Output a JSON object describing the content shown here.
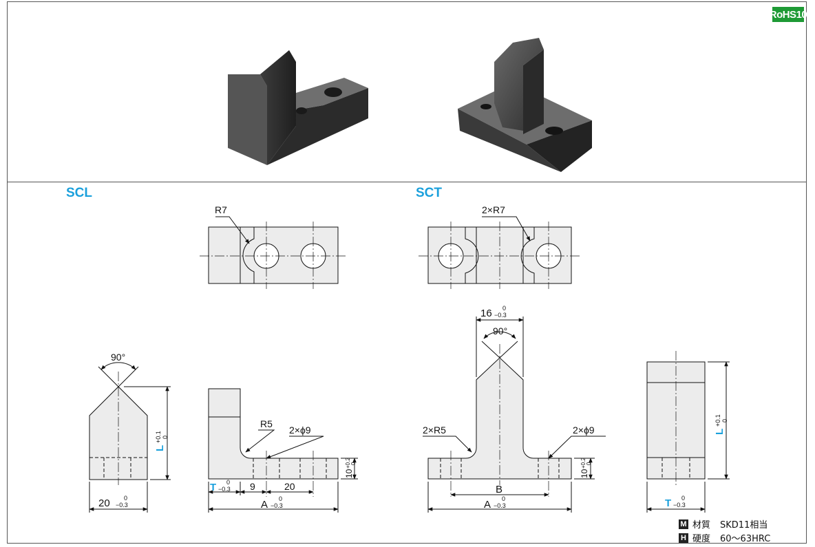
{
  "badge": {
    "rohs": "RoHS10"
  },
  "models": {
    "left": "SCL",
    "right": "SCT"
  },
  "labels": {
    "r7": "R7",
    "two_r7": "2×R7",
    "r5": "R5",
    "two_r5": "2×R5",
    "two_phi9_left": "2×ϕ9",
    "two_phi9_right": "2×ϕ9",
    "angle_left": "90°",
    "angle_right": "90°",
    "dim_16": "16",
    "dim_9": "9",
    "dim_20": "20",
    "dim_20_bottom": "20",
    "dim_a_left": "A",
    "dim_a_right": "A",
    "dim_b": "B",
    "dim_t_left": "T",
    "dim_t_right": "T",
    "dim_l_left": "L",
    "dim_l_right": "L",
    "dim_10_left": "10",
    "dim_10_right": "10",
    "tol_zero": "0",
    "tol_m03": "−0.3",
    "tol_p01": "+0.1",
    "tol_p02": "+0.2"
  },
  "specs": [
    {
      "icon": "M",
      "label": "材質",
      "value": "SKD11相当"
    },
    {
      "icon": "H",
      "label": "硬度",
      "value": "60～63HRC"
    }
  ],
  "colors": {
    "accent": "#1aa0dc",
    "rohs": "#1e9a35",
    "part_fill": "#ececec",
    "line": "#111111"
  }
}
